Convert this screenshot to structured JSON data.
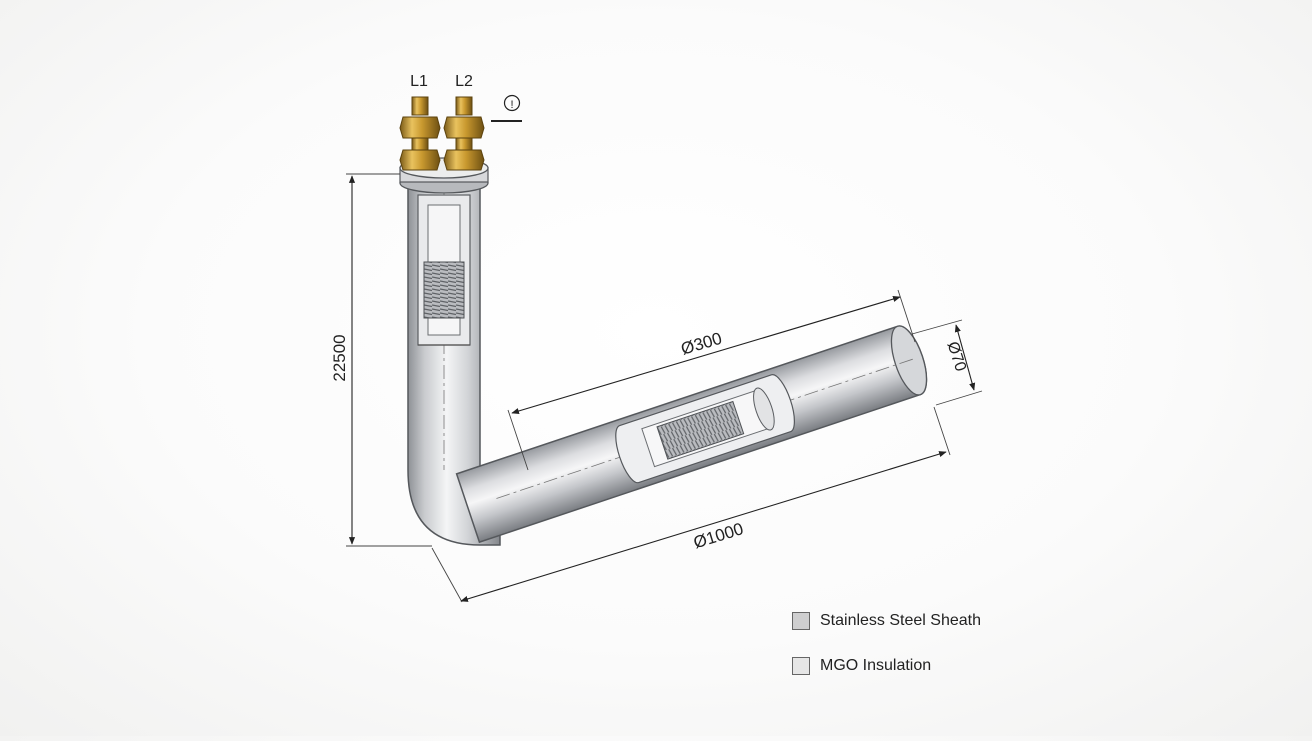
{
  "terminals": {
    "l1": "L1",
    "l2": "L2"
  },
  "callout": {
    "marker": "!"
  },
  "dimensions": {
    "vertical_length": "22500",
    "diameter_section": "Ø300",
    "tube_diameter": "Ø70",
    "horizontal_length": "Ø1000"
  },
  "legend": {
    "items": [
      {
        "label": "Stainless Steel Sheath",
        "color": "#cfcfd0"
      },
      {
        "label": "MGO Insulation",
        "color": "#e6e6e6"
      }
    ]
  }
}
